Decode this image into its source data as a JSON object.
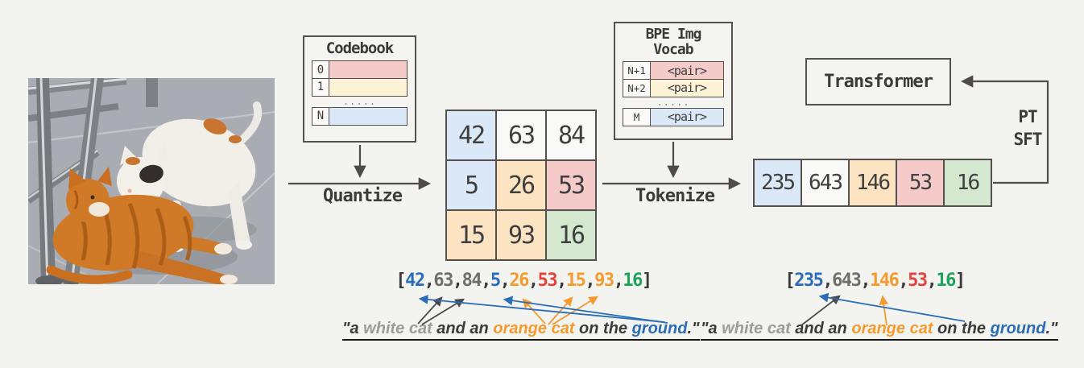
{
  "palette": {
    "blue_fill": "#dbe8f7",
    "white_fill": "#f9f9f7",
    "orange_fill": "#fce3c1",
    "pink_fill": "#f5cbca",
    "green_fill": "#d4e8d0",
    "yellow_fill": "#fdf3d7",
    "dark_text": "#3b3b3b",
    "blue_text": "#2a6db6",
    "orange_text": "#f39b2e",
    "red_text": "#e2413c",
    "green_text": "#1fa35a",
    "gray_text": "#6d6d6d",
    "lightgray_text": "#9b9b9b",
    "border": "#55504d"
  },
  "codebook": {
    "title": "Codebook",
    "rows_top": [
      {
        "label": "0",
        "c": "pink"
      },
      {
        "label": "1",
        "c": "yellow"
      }
    ],
    "dots": ".....",
    "rows_bottom": [
      {
        "label": "N",
        "c": "blue"
      }
    ]
  },
  "bpe_vocab": {
    "title_line1": "BPE Img",
    "title_line2": "Vocab",
    "rows_top": [
      {
        "label": "N+1",
        "value": "<pair>",
        "c": "pink"
      },
      {
        "label": "N+2",
        "value": "<pair>",
        "c": "yellow"
      }
    ],
    "dots": ".....",
    "rows_bottom": [
      {
        "label": "M",
        "value": "<pair>",
        "c": "blue"
      }
    ]
  },
  "quantize_label": "Quantize",
  "tokenize_label": "Tokenize",
  "grid": {
    "cells": [
      {
        "v": "42",
        "c": "blue"
      },
      {
        "v": "63",
        "c": "white"
      },
      {
        "v": "84",
        "c": "white"
      },
      {
        "v": "5",
        "c": "blue"
      },
      {
        "v": "26",
        "c": "orange"
      },
      {
        "v": "53",
        "c": "pink"
      },
      {
        "v": "15",
        "c": "orange"
      },
      {
        "v": "93",
        "c": "orange"
      },
      {
        "v": "16",
        "c": "green"
      }
    ]
  },
  "token_row": {
    "cells": [
      {
        "v": "235",
        "c": "blue"
      },
      {
        "v": "643",
        "c": "white"
      },
      {
        "v": "146",
        "c": "orange"
      },
      {
        "v": "53",
        "c": "pink"
      },
      {
        "v": "16",
        "c": "green"
      }
    ]
  },
  "transformer_label": "Transformer",
  "loop_labels": {
    "pt": "PT",
    "sft": "SFT"
  },
  "sequence_left": {
    "segments": [
      {
        "t": "[",
        "c": "dark"
      },
      {
        "t": "42",
        "c": "blue"
      },
      {
        "t": ",",
        "c": "dark"
      },
      {
        "t": "63",
        "c": "gray"
      },
      {
        "t": ",",
        "c": "dark"
      },
      {
        "t": "84",
        "c": "gray"
      },
      {
        "t": ",",
        "c": "dark"
      },
      {
        "t": "5",
        "c": "blue"
      },
      {
        "t": ",",
        "c": "dark"
      },
      {
        "t": "26",
        "c": "orange"
      },
      {
        "t": ",",
        "c": "dark"
      },
      {
        "t": "53",
        "c": "red"
      },
      {
        "t": ",",
        "c": "dark"
      },
      {
        "t": "15",
        "c": "orange"
      },
      {
        "t": ",",
        "c": "dark"
      },
      {
        "t": "93",
        "c": "orange"
      },
      {
        "t": ",",
        "c": "dark"
      },
      {
        "t": "16",
        "c": "green"
      },
      {
        "t": "]",
        "c": "dark"
      }
    ]
  },
  "sequence_right": {
    "segments": [
      {
        "t": "[",
        "c": "dark"
      },
      {
        "t": "235",
        "c": "blue"
      },
      {
        "t": ",",
        "c": "dark"
      },
      {
        "t": "643",
        "c": "gray"
      },
      {
        "t": ",",
        "c": "dark"
      },
      {
        "t": "146",
        "c": "orange"
      },
      {
        "t": ",",
        "c": "dark"
      },
      {
        "t": "53",
        "c": "red"
      },
      {
        "t": ",",
        "c": "dark"
      },
      {
        "t": "16",
        "c": "green"
      },
      {
        "t": "]",
        "c": "dark"
      }
    ]
  },
  "caption_left": {
    "segments": [
      {
        "t": "\"a ",
        "c": "dark"
      },
      {
        "t": "white cat",
        "c": "lightgray"
      },
      {
        "t": " and an ",
        "c": "dark"
      },
      {
        "t": "orange cat",
        "c": "orange"
      },
      {
        "t": " on the ",
        "c": "dark"
      },
      {
        "t": "ground",
        "c": "blue"
      },
      {
        "t": ".\"",
        "c": "dark"
      }
    ]
  },
  "caption_right": {
    "segments": [
      {
        "t": "\"a ",
        "c": "dark"
      },
      {
        "t": "white cat",
        "c": "lightgray"
      },
      {
        "t": " and an ",
        "c": "dark"
      },
      {
        "t": "orange cat",
        "c": "orange"
      },
      {
        "t": " on the ",
        "c": "dark"
      },
      {
        "t": "ground",
        "c": "blue"
      },
      {
        "t": ".\"",
        "c": "dark"
      }
    ]
  }
}
